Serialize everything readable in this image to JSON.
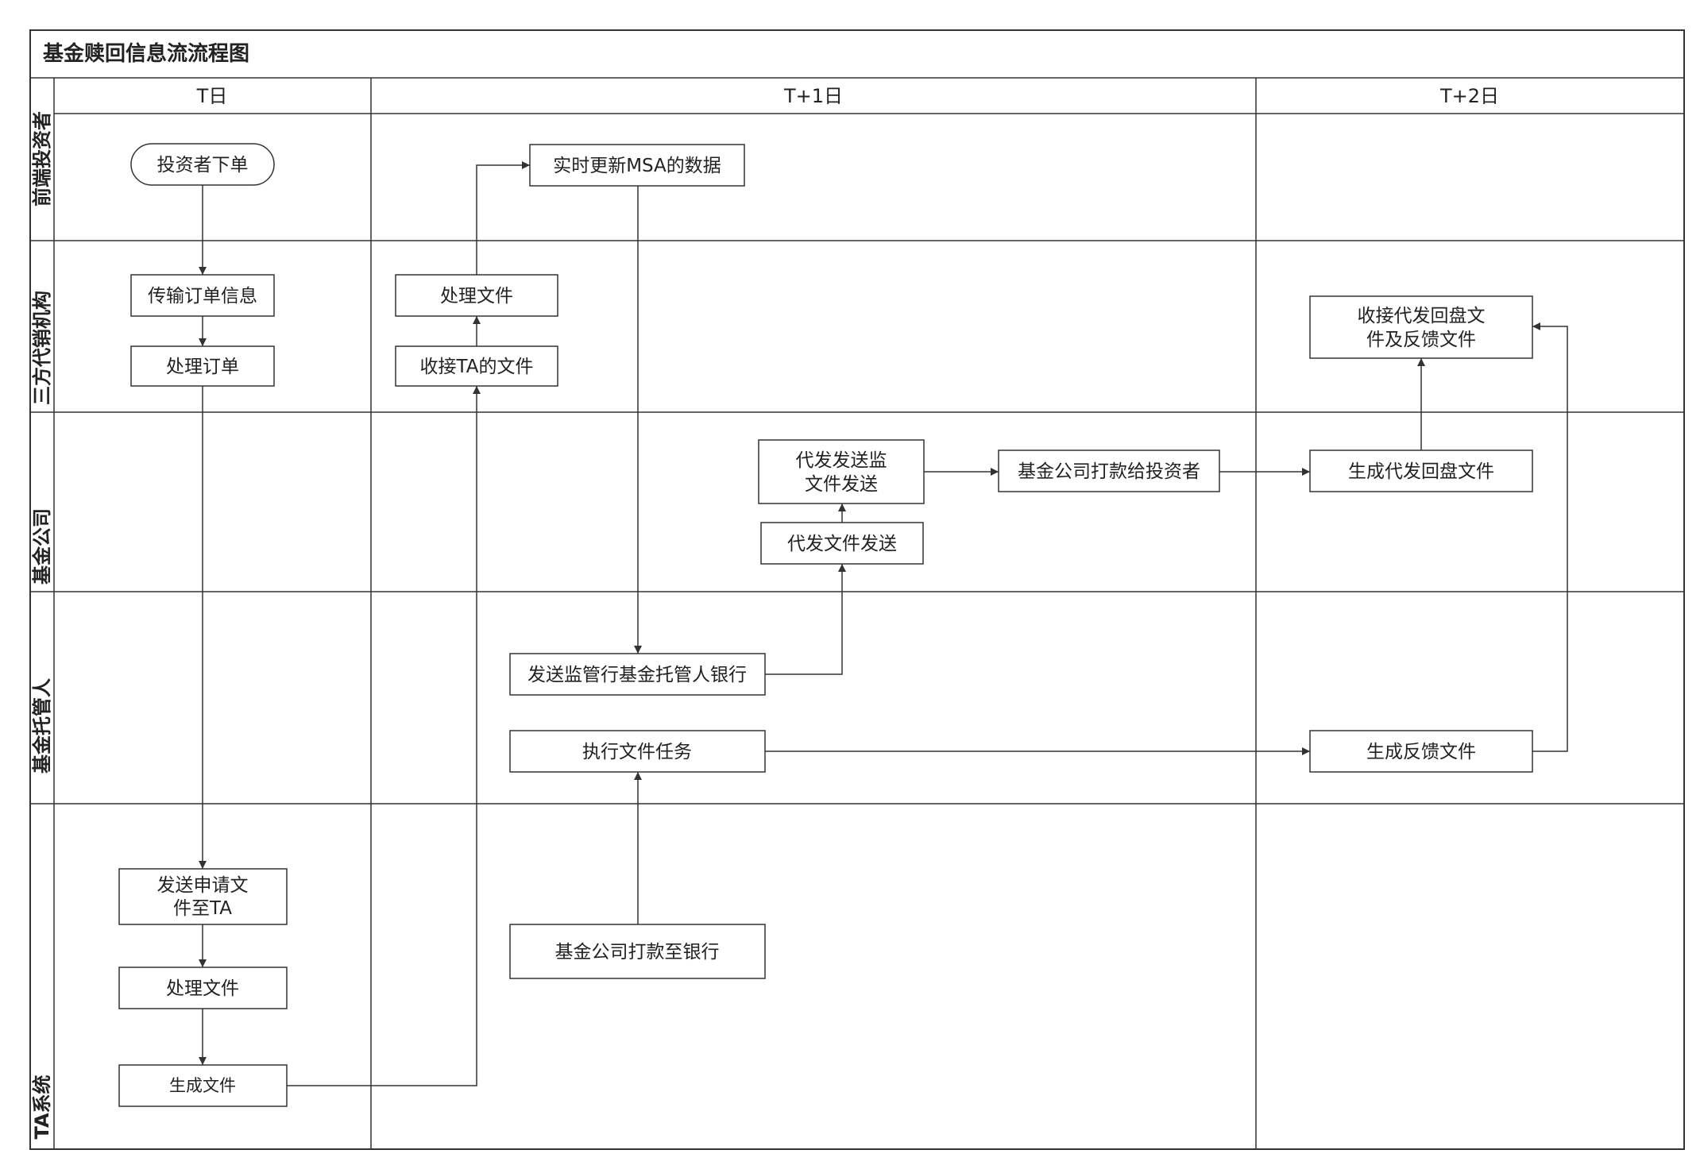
{
  "title": "基金赎回信息流流程图",
  "columns": [
    "T日",
    "T+1日",
    "T+2日"
  ],
  "lanes": [
    "前端投资者",
    "三方代销机构",
    "基金公司",
    "基金托管人",
    "TA系统"
  ],
  "nodes": {
    "n1": [
      "投资者下单"
    ],
    "n2": [
      "传输订单信息"
    ],
    "n3": [
      "处理订单"
    ],
    "n4": [
      "发送申请文",
      "件至TA"
    ],
    "n5": [
      "处理文件"
    ],
    "n6": [
      "生成文件"
    ],
    "n7": [
      "收接TA的文件"
    ],
    "n8": [
      "处理文件"
    ],
    "n9": [
      "实时更新MSA的数据"
    ],
    "n10": [
      "发送监管行基金托管人银行"
    ],
    "n11": [
      "代发文件发送"
    ],
    "n12": [
      "代发发送监",
      "文件发送"
    ],
    "n13": [
      "基金公司打款给投资者"
    ],
    "n14": [
      "执行文件任务"
    ],
    "n15": [
      "基金公司打款至银行"
    ],
    "n16": [
      "生成代发回盘文件"
    ],
    "n17": [
      "收接代发回盘文",
      "件及反馈文件"
    ],
    "n18": [
      "生成反馈文件"
    ]
  },
  "colors": {
    "line": "#333333",
    "background": "#ffffff",
    "text": "#222222"
  }
}
